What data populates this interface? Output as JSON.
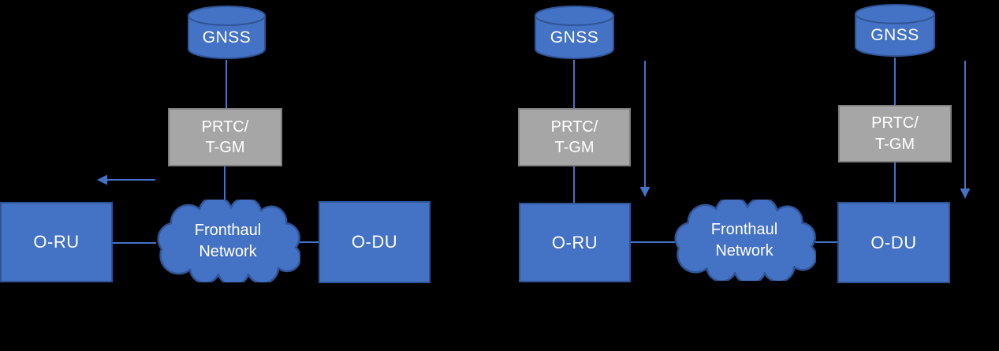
{
  "colors": {
    "background": "#000000",
    "node_fill_blue": "#4472C4",
    "node_border_blue": "#2F5597",
    "prtc_fill_gray": "#A6A6A6",
    "prtc_border_gray": "#7F7F7F",
    "connector_blue": "#4472C4",
    "label_text": "#FFFFFF"
  },
  "diagram_left": {
    "gnss": {
      "label": "GNSS"
    },
    "prtc_tgm": {
      "line1": "PRTC/",
      "line2": "T-GM"
    },
    "o_ru": {
      "label": "O-RU"
    },
    "fronthaul": {
      "line1": "Fronthaul",
      "line2": "Network"
    },
    "o_du": {
      "label": "O-DU"
    }
  },
  "diagram_right": {
    "gnss_at_oru": {
      "label": "GNSS"
    },
    "prtc_tgm_at_oru": {
      "line1": "PRTC/",
      "line2": "T-GM"
    },
    "o_ru": {
      "label": "O-RU"
    },
    "fronthaul": {
      "line1": "Fronthaul",
      "line2": "Network"
    },
    "o_du": {
      "label": "O-DU"
    },
    "gnss_at_odu": {
      "label": "GNSS"
    },
    "prtc_tgm_at_odu": {
      "line1": "PRTC/",
      "line2": "T-GM"
    }
  }
}
